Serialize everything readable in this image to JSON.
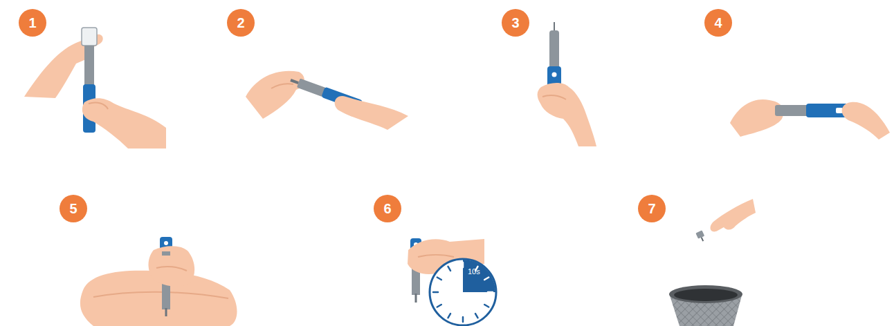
{
  "diagram": {
    "nodes": [
      {
        "text": [
          "1"
        ]
      },
      {
        "text": [
          "2"
        ]
      },
      {
        "text": [
          "3"
        ]
      },
      {
        "text": [
          "4"
        ]
      },
      {
        "text": [
          "5"
        ]
      },
      {
        "text": [
          "6"
        ]
      },
      {
        "text": [
          "10s"
        ]
      },
      {
        "text": [
          "7"
        ]
      }
    ]
  }
}
